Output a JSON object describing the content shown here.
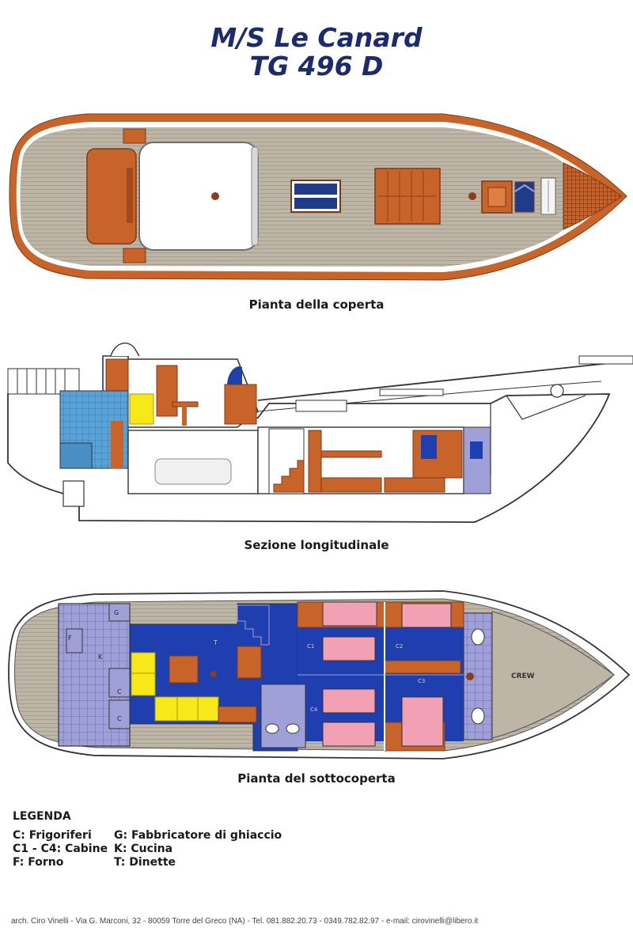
{
  "header": {
    "title": "M/S Le Canard",
    "subtitle": "TG 496 D"
  },
  "views": {
    "deck": {
      "caption": "Pianta della coperta"
    },
    "section": {
      "caption": "Sezione longitudinale"
    },
    "lower_deck": {
      "caption": "Pianta del sottocoperta",
      "crew_label": "CREW"
    }
  },
  "room_labels": {
    "g": "G",
    "f": "F",
    "k": "K",
    "t": "T",
    "c": "C",
    "c1": "C1",
    "c2": "C2",
    "c3": "C3",
    "c4": "C4"
  },
  "legend": {
    "title": "LEGENDA",
    "items": [
      "C: Frigoriferi",
      "G: Fabbricatore di ghiaccio",
      "C1 - C4: Cabine",
      "K: Cucina",
      "F: Forno",
      "T: Dinette"
    ]
  },
  "footer": {
    "text": "arch. Ciro Vinelli - Via G. Marconi, 32 - 80059 Torre del Greco (NA) - Tel. 081.882.20.73 - 0349.782.82.97 - e-mail: cirovinelli@libero.it"
  },
  "colors": {
    "title": "#1c2b6e",
    "wood": "#c8642a",
    "teak": "#b9b1a2",
    "blue": "#1f3fb0",
    "lavender": "#9fa0d8",
    "pink": "#f2a0b4",
    "yellow": "#f7e81a",
    "light_blue": "#5aa3d8"
  }
}
